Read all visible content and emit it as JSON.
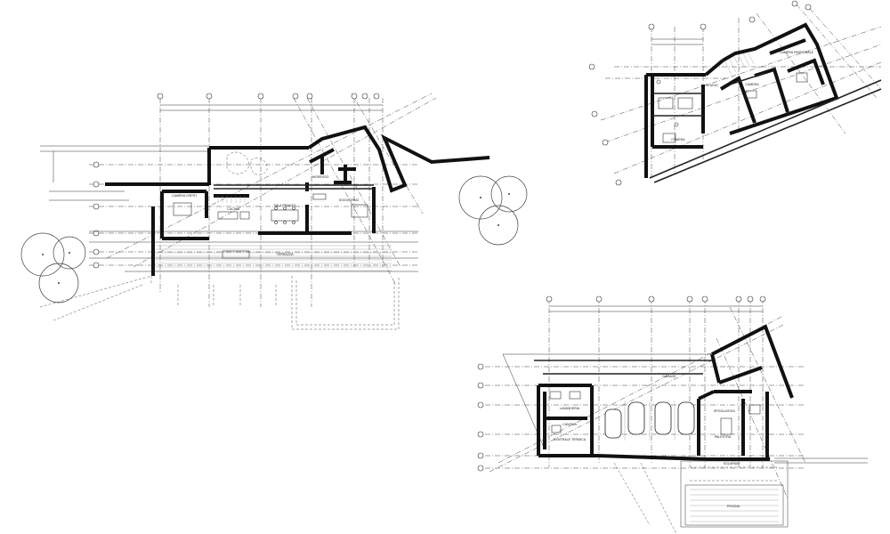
{
  "drawings": [
    {
      "id": "plan-ground",
      "rooms": [
        "CAMERA OSPITI",
        "CUCINA",
        "SALA PRANZO",
        "SOGGIORNO",
        "INGRESSO",
        "TERRAZZA"
      ]
    },
    {
      "id": "plan-upper",
      "rooms": [
        "STUDIO",
        "CAMERA",
        "CAMERA",
        "CAMERA PADRONALE"
      ]
    },
    {
      "id": "plan-basement",
      "rooms": [
        "GARAGE",
        "LAVANDERIA",
        "CANTINA",
        "CENTRALE TERMICA",
        "SPOGLIATOIO",
        "PALESTRA",
        "SOLARIUM",
        "PISCINA"
      ]
    }
  ],
  "colors": {
    "line": "#111111",
    "background": "#ffffff"
  }
}
